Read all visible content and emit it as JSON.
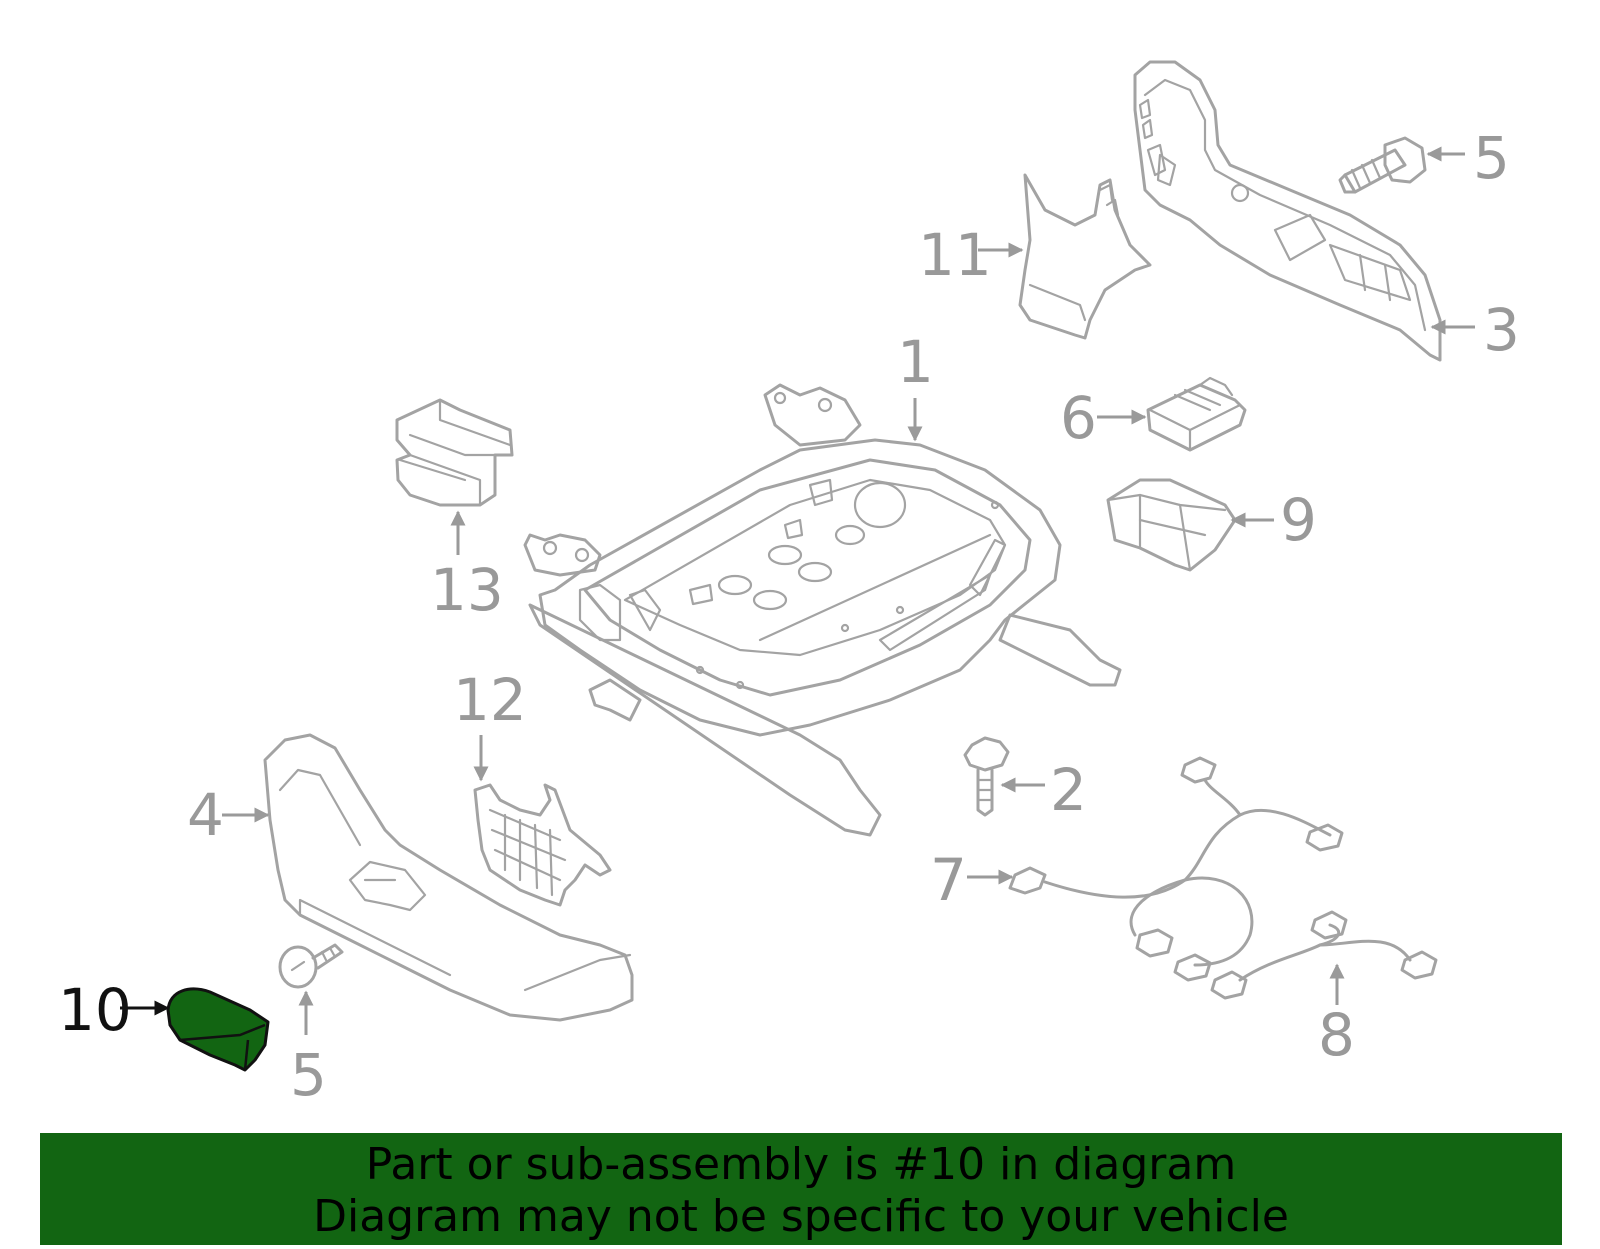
{
  "callouts": [
    {
      "id": "1",
      "label": "1"
    },
    {
      "id": "2",
      "label": "2"
    },
    {
      "id": "3",
      "label": "3"
    },
    {
      "id": "4",
      "label": "4"
    },
    {
      "id": "5a",
      "label": "5"
    },
    {
      "id": "5b",
      "label": "5"
    },
    {
      "id": "6",
      "label": "6"
    },
    {
      "id": "7",
      "label": "7"
    },
    {
      "id": "8",
      "label": "8"
    },
    {
      "id": "9",
      "label": "9"
    },
    {
      "id": "10",
      "label": "10",
      "highlighted": true
    },
    {
      "id": "11",
      "label": "11"
    },
    {
      "id": "12",
      "label": "12"
    },
    {
      "id": "13",
      "label": "13"
    }
  ],
  "highlight_color": "#126512",
  "banner": {
    "line1": "Part or sub-assembly is #10 in diagram",
    "line2": "Diagram may not be specific to your vehicle",
    "background": "#126512"
  }
}
